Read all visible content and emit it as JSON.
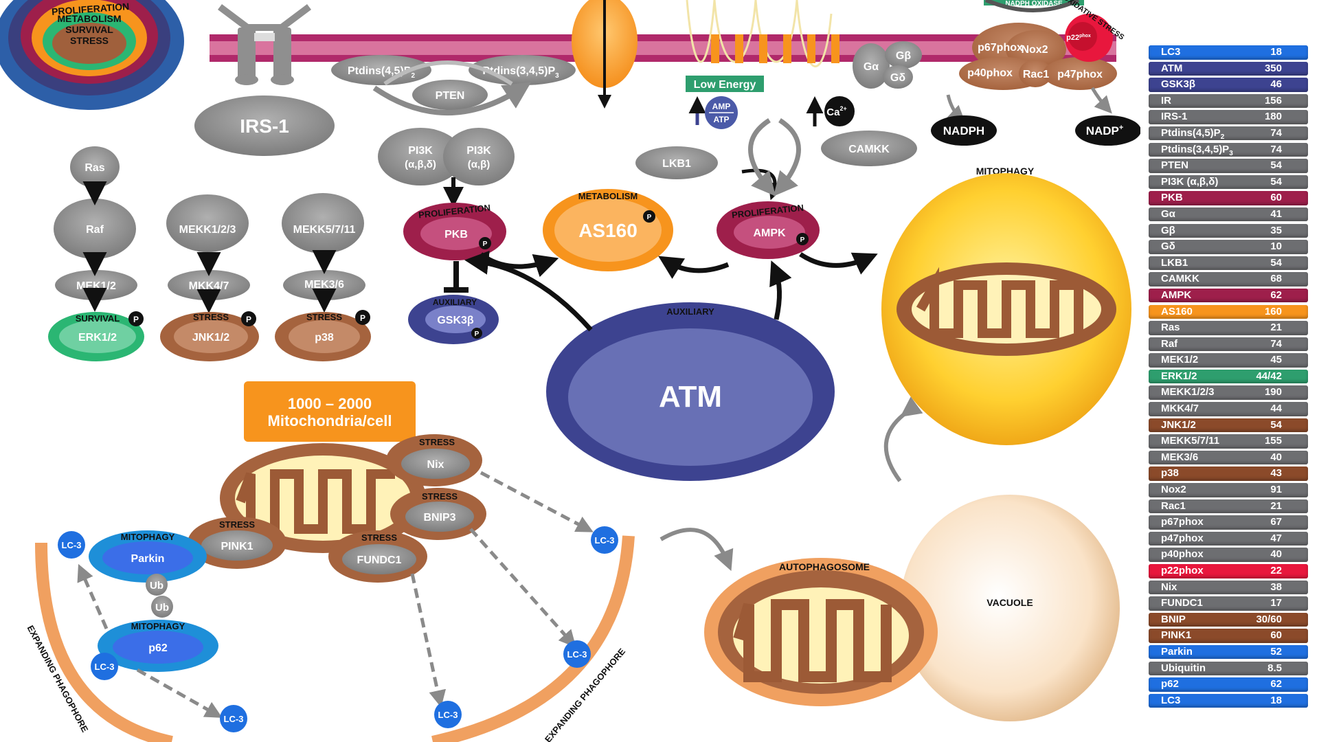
{
  "colors": {
    "membrane": "#b0296a",
    "gray": "#8f8f8f",
    "orange": "#f7941d",
    "atm": "#3d4390",
    "brown": "#8b4a2a",
    "green": "#2bb673",
    "crimson": "#9e1f4b",
    "blue": "#1f6fe0"
  },
  "rings": {
    "proliferation": "PROLIFERATION",
    "metabolism": "METABOLISM",
    "survival": "SURVIVAL",
    "stress": "STRESS"
  },
  "nodes": {
    "irs1": "IRS-1",
    "ptdins45": "Ptdins(4,5)P",
    "ptdins345": "Ptdins(3,4,5)P",
    "sub2": "2",
    "sub3": "3",
    "pten": "PTEN",
    "pi3k_a": "PI3K",
    "pi3k_a_sub": "(α,β,δ)",
    "pi3k_b": "PI3K",
    "pi3k_b_sub": "(α,β)",
    "ras": "Ras",
    "raf": "Raf",
    "mek12": "MEK1/2",
    "erk12": "ERK1/2",
    "mekk123": "MEKK1/2/3",
    "mkk47": "MKK4/7",
    "jnk12": "JNK1/2",
    "mekk57": "MEKK5/7/11",
    "mek36": "MEK3/6",
    "p38": "p38",
    "pkb": "PKB",
    "gsk3b": "GSK3β",
    "as160": "AS160",
    "ampk": "AMPK",
    "lkb1": "LKB1",
    "camkk": "CAMKK",
    "atm": "ATM",
    "low_energy": "Low Energy",
    "amp": "AMP",
    "atp": "ATP",
    "ca": "Ca",
    "ca_sup": "2+",
    "galpha": "Gα",
    "gbeta": "Gβ",
    "gdelta": "Gδ",
    "p67phox": "p67phox",
    "nox2": "Nox2",
    "p40phox": "p40phox",
    "rac1": "Rac1",
    "p47phox": "p47phox",
    "p22phox": "p22",
    "p22phox_sup": "phox",
    "nadph": "NADPH",
    "nadp": "NADP",
    "nadp_sup": "+",
    "nadph_oxidase": "NADPH OXIDASE",
    "mito_count_l1": "1000 – 2000",
    "mito_count_l2": "Mitochondria/cell",
    "nix": "Nix",
    "bnip3": "BNIP3",
    "pink1": "PINK1",
    "fundc1": "FUNDC1",
    "parkin": "Parkin",
    "ub": "Ub",
    "p62": "p62",
    "lc3": "LC-3",
    "vacuole": "VACUOLE",
    "autophagosome": "AUTOPHAGOSOME",
    "mitophagy_title": "MITOPHAGY",
    "expanding_phagophore": "EXPANDING PHAGOPHORE",
    "phospho": "P"
  },
  "tags": {
    "proliferation": "PROLIFERATION",
    "survival": "SURVIVAL",
    "stress": "STRESS",
    "auxiliary": "AUXILIARY",
    "metabolism": "METABOLISM",
    "mitophagy": "MITOPHAGY",
    "oxidative_stress": "OXIDATIVE STRESS"
  },
  "legend": [
    {
      "name": "LC3",
      "value": "18",
      "color": "#1f6fe0"
    },
    {
      "name": "ATM",
      "value": "350",
      "color": "#3d4390"
    },
    {
      "name": "GSK3β",
      "value": "46",
      "color": "#3d4390"
    },
    {
      "name": "IR",
      "value": "156",
      "color": "#6d6e71"
    },
    {
      "name": "IRS-1",
      "value": "180",
      "color": "#6d6e71"
    },
    {
      "name": "Ptdins(4,5)P",
      "sub": "2",
      "value": "74",
      "color": "#6d6e71"
    },
    {
      "name": "Ptdins(3,4,5)P",
      "sub": "3",
      "value": "74",
      "color": "#6d6e71"
    },
    {
      "name": "PTEN",
      "value": "54",
      "color": "#6d6e71"
    },
    {
      "name": "PI3K (α,β,δ)",
      "value": "54",
      "color": "#6d6e71"
    },
    {
      "name": "PKB",
      "value": "60",
      "color": "#9e1f4b"
    },
    {
      "name": "Gα",
      "value": "41",
      "color": "#6d6e71"
    },
    {
      "name": "Gβ",
      "value": "35",
      "color": "#6d6e71"
    },
    {
      "name": "Gδ",
      "value": "10",
      "color": "#6d6e71"
    },
    {
      "name": "LKB1",
      "value": "54",
      "color": "#6d6e71"
    },
    {
      "name": "CAMKK",
      "value": "68",
      "color": "#6d6e71"
    },
    {
      "name": "AMPK",
      "value": "62",
      "color": "#9e1f4b"
    },
    {
      "name": "AS160",
      "value": "160",
      "color": "#f7941d"
    },
    {
      "name": "Ras",
      "value": "21",
      "color": "#6d6e71"
    },
    {
      "name": "Raf",
      "value": "74",
      "color": "#6d6e71"
    },
    {
      "name": "MEK1/2",
      "value": "45",
      "color": "#6d6e71"
    },
    {
      "name": "ERK1/2",
      "value": "44/42",
      "color": "#2e9e6e"
    },
    {
      "name": "MEKK1/2/3",
      "value": "190",
      "color": "#6d6e71"
    },
    {
      "name": "MKK4/7",
      "value": "44",
      "color": "#6d6e71"
    },
    {
      "name": "JNK1/2",
      "value": "54",
      "color": "#8b4a2a"
    },
    {
      "name": "MEKK5/7/11",
      "value": "155",
      "color": "#6d6e71"
    },
    {
      "name": "MEK3/6",
      "value": "40",
      "color": "#6d6e71"
    },
    {
      "name": "p38",
      "value": "43",
      "color": "#8b4a2a"
    },
    {
      "name": "Nox2",
      "value": "91",
      "color": "#6d6e71"
    },
    {
      "name": "Rac1",
      "value": "21",
      "color": "#6d6e71"
    },
    {
      "name": "p67phox",
      "value": "67",
      "color": "#6d6e71"
    },
    {
      "name": "p47phox",
      "value": "47",
      "color": "#6d6e71"
    },
    {
      "name": "p40phox",
      "value": "40",
      "color": "#6d6e71"
    },
    {
      "name": "p22phox",
      "value": "22",
      "color": "#e8173d"
    },
    {
      "name": "Nix",
      "value": "38",
      "color": "#6d6e71"
    },
    {
      "name": "FUNDC1",
      "value": "17",
      "color": "#6d6e71"
    },
    {
      "name": "BNIP",
      "value": "30/60",
      "color": "#8b4a2a"
    },
    {
      "name": "PINK1",
      "value": "60",
      "color": "#8b4a2a"
    },
    {
      "name": "Parkin",
      "value": "52",
      "color": "#1f6fe0"
    },
    {
      "name": "Ubiquitin",
      "value": "8.5",
      "color": "#6d6e71"
    },
    {
      "name": "p62",
      "value": "62",
      "color": "#1f6fe0"
    },
    {
      "name": "LC3",
      "value": "18",
      "color": "#1f6fe0"
    }
  ]
}
